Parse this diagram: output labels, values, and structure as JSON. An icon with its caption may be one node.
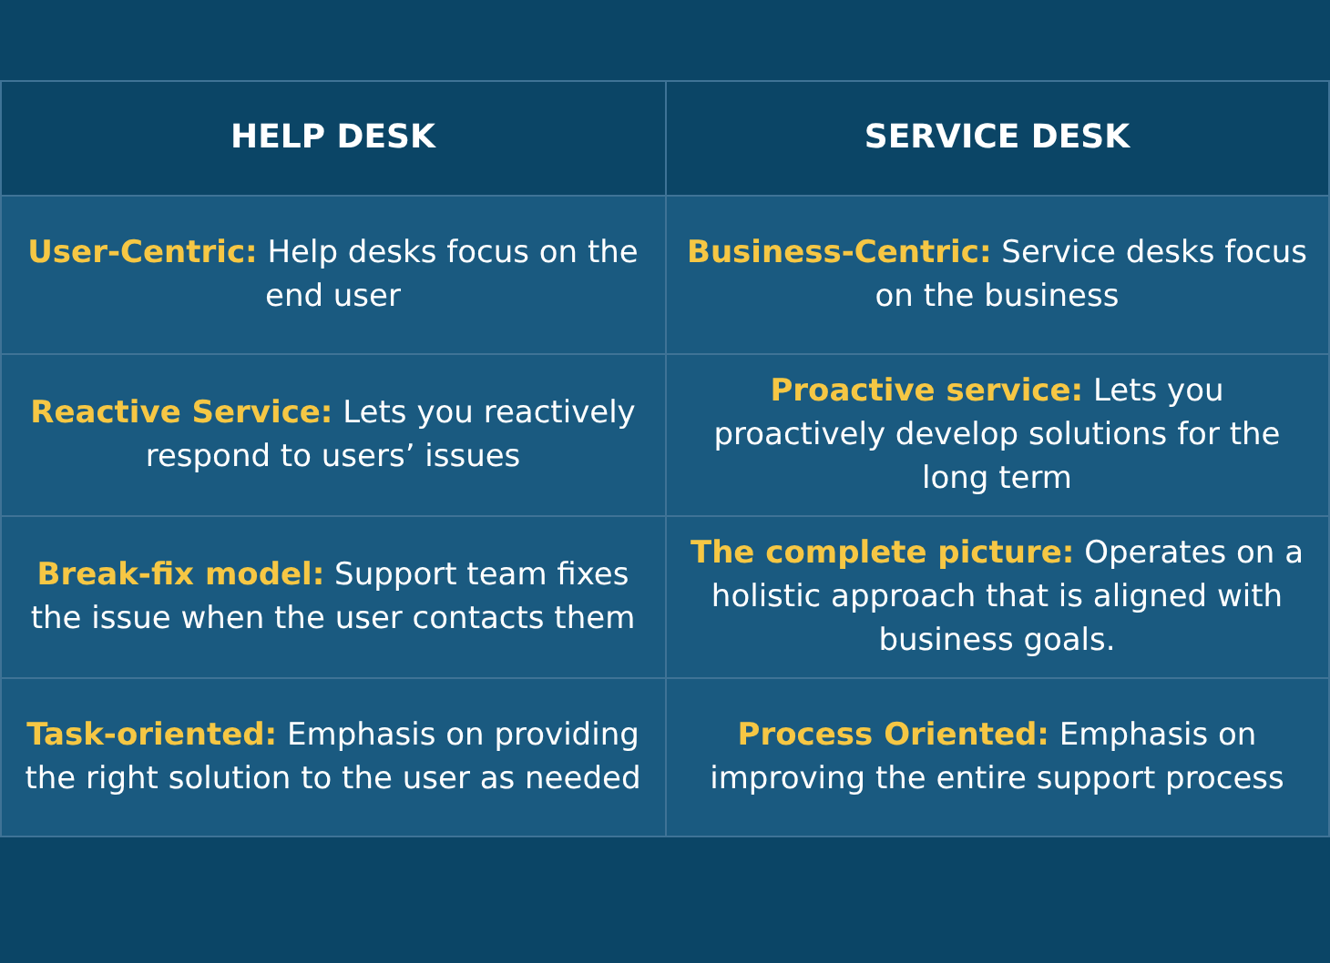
{
  "diagram": {
    "labels": [
      "HELP DESK",
      "SERVICE DESK",
      "**User-Centric:** Help desks focus on the end user",
      "**Business-Centric:** Service desks focus on the business",
      "**Reactive Service:** Lets you reactively respond to users’ issues",
      "**Proactive service:** Lets you proactively develop solutions for the long term",
      "**Break-fix model:** Support team fixes the issue when the user contacts them",
      "**The complete picture:** Operates on a holistic approach that is aligned with business goals.",
      "**Task-oriented:** Emphasis on providing the right solution to the user as needed",
      "**Process Oriented:** Emphasis on improving the entire support process"
    ]
  }
}
